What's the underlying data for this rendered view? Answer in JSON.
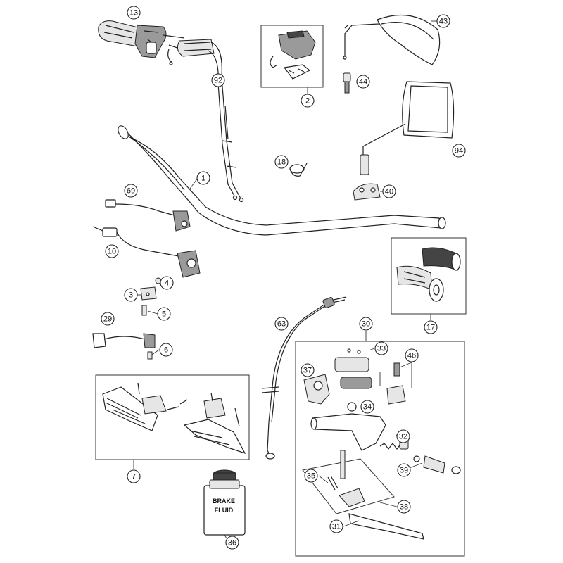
{
  "callouts": [
    {
      "id": "c13",
      "label": "13"
    },
    {
      "id": "c92",
      "label": "92"
    },
    {
      "id": "c2",
      "label": "2"
    },
    {
      "id": "c43",
      "label": "43"
    },
    {
      "id": "c44",
      "label": "44"
    },
    {
      "id": "c94",
      "label": "94"
    },
    {
      "id": "c18",
      "label": "18"
    },
    {
      "id": "c1",
      "label": "1"
    },
    {
      "id": "c40",
      "label": "40"
    },
    {
      "id": "c69",
      "label": "69"
    },
    {
      "id": "c10",
      "label": "10"
    },
    {
      "id": "c4",
      "label": "4"
    },
    {
      "id": "c3",
      "label": "3"
    },
    {
      "id": "c5",
      "label": "5"
    },
    {
      "id": "c29",
      "label": "29"
    },
    {
      "id": "c6",
      "label": "6"
    },
    {
      "id": "c17",
      "label": "17"
    },
    {
      "id": "c63",
      "label": "63"
    },
    {
      "id": "c30",
      "label": "30"
    },
    {
      "id": "c33",
      "label": "33"
    },
    {
      "id": "c46",
      "label": "46"
    },
    {
      "id": "c37",
      "label": "37"
    },
    {
      "id": "c34",
      "label": "34"
    },
    {
      "id": "c32",
      "label": "32"
    },
    {
      "id": "c39",
      "label": "39"
    },
    {
      "id": "c35",
      "label": "35"
    },
    {
      "id": "c38",
      "label": "38"
    },
    {
      "id": "c31",
      "label": "31"
    },
    {
      "id": "c7",
      "label": "7"
    },
    {
      "id": "c36",
      "label": "36"
    }
  ],
  "brake_fluid_label": {
    "line1": "BRAKE",
    "line2": "FLUID"
  }
}
